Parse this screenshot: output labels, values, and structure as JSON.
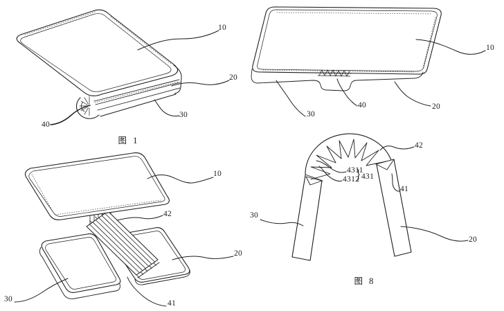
{
  "page": {
    "background": "#ffffff",
    "ink_color": "#1d1d1d",
    "description_labels": {
      "top_left_caption": "图 1",
      "bottom_right_caption": "图 8"
    }
  },
  "figures": {
    "top_left": {
      "caption": "图 1",
      "refs": {
        "l10": "10",
        "l20": "20",
        "l30": "30",
        "l40": "40"
      }
    },
    "top_right": {
      "refs": {
        "l10": "10",
        "l20": "20",
        "l30": "30",
        "l40": "40"
      }
    },
    "bottom_left": {
      "refs": {
        "l10": "10",
        "l42": "42",
        "l20": "20",
        "l30": "30",
        "l41": "41"
      }
    },
    "bottom_right": {
      "caption": "图 8",
      "brace": "}",
      "refs": {
        "l42": "42",
        "l4311": "4311",
        "l4312": "4312",
        "l431": "431",
        "l41": "41",
        "l30": "30",
        "l20": "20"
      }
    }
  }
}
